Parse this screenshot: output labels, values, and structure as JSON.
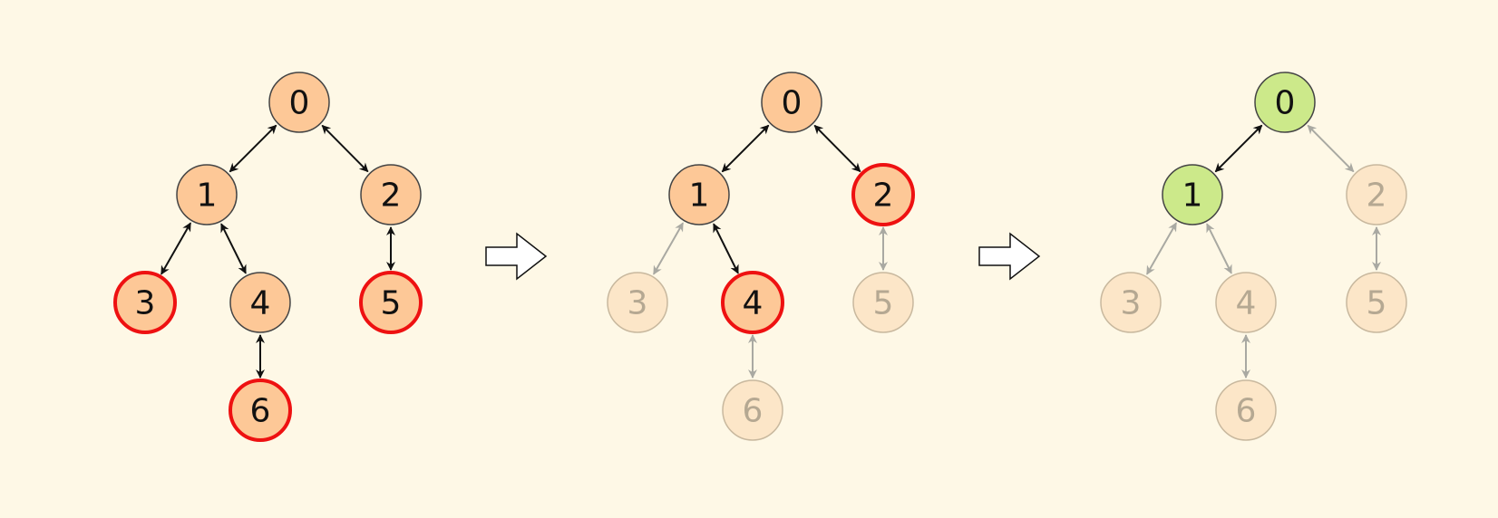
{
  "colors": {
    "background": "#fef8e6",
    "node_fill": "#fdc897",
    "node_fill_faded": "#fce6c8",
    "node_fill_green": "#cce98a",
    "node_stroke": "#444444",
    "node_stroke_faded": "#c8b89e",
    "highlight_stroke": "#ee1111",
    "edge": "#111111",
    "edge_faded": "#a9a9a2",
    "text": "#111111",
    "text_faded": "#b5a892"
  },
  "panels": [
    {
      "nodes": [
        {
          "label": "0",
          "state": "normal"
        },
        {
          "label": "1",
          "state": "normal"
        },
        {
          "label": "2",
          "state": "normal"
        },
        {
          "label": "3",
          "state": "highlight"
        },
        {
          "label": "4",
          "state": "normal"
        },
        {
          "label": "5",
          "state": "highlight"
        },
        {
          "label": "6",
          "state": "highlight"
        }
      ],
      "edges": [
        {
          "from": "0",
          "to": "1",
          "state": "normal"
        },
        {
          "from": "0",
          "to": "2",
          "state": "normal"
        },
        {
          "from": "1",
          "to": "3",
          "state": "normal"
        },
        {
          "from": "1",
          "to": "4",
          "state": "normal"
        },
        {
          "from": "2",
          "to": "5",
          "state": "normal"
        },
        {
          "from": "4",
          "to": "6",
          "state": "normal"
        }
      ]
    },
    {
      "nodes": [
        {
          "label": "0",
          "state": "normal"
        },
        {
          "label": "1",
          "state": "normal"
        },
        {
          "label": "2",
          "state": "highlight"
        },
        {
          "label": "3",
          "state": "faded"
        },
        {
          "label": "4",
          "state": "highlight"
        },
        {
          "label": "5",
          "state": "faded"
        },
        {
          "label": "6",
          "state": "faded"
        }
      ],
      "edges": [
        {
          "from": "0",
          "to": "1",
          "state": "normal"
        },
        {
          "from": "0",
          "to": "2",
          "state": "normal"
        },
        {
          "from": "1",
          "to": "3",
          "state": "faded"
        },
        {
          "from": "1",
          "to": "4",
          "state": "normal"
        },
        {
          "from": "2",
          "to": "5",
          "state": "faded"
        },
        {
          "from": "4",
          "to": "6",
          "state": "faded"
        }
      ]
    },
    {
      "nodes": [
        {
          "label": "0",
          "state": "green"
        },
        {
          "label": "1",
          "state": "green"
        },
        {
          "label": "2",
          "state": "faded"
        },
        {
          "label": "3",
          "state": "faded"
        },
        {
          "label": "4",
          "state": "faded"
        },
        {
          "label": "5",
          "state": "faded"
        },
        {
          "label": "6",
          "state": "faded"
        }
      ],
      "edges": [
        {
          "from": "0",
          "to": "1",
          "state": "normal"
        },
        {
          "from": "0",
          "to": "2",
          "state": "faded"
        },
        {
          "from": "1",
          "to": "3",
          "state": "faded"
        },
        {
          "from": "1",
          "to": "4",
          "state": "faded"
        },
        {
          "from": "2",
          "to": "5",
          "state": "faded"
        },
        {
          "from": "4",
          "to": "6",
          "state": "faded"
        }
      ]
    }
  ],
  "transitions": [
    {
      "icon": "right-arrow-icon"
    },
    {
      "icon": "right-arrow-icon"
    }
  ]
}
